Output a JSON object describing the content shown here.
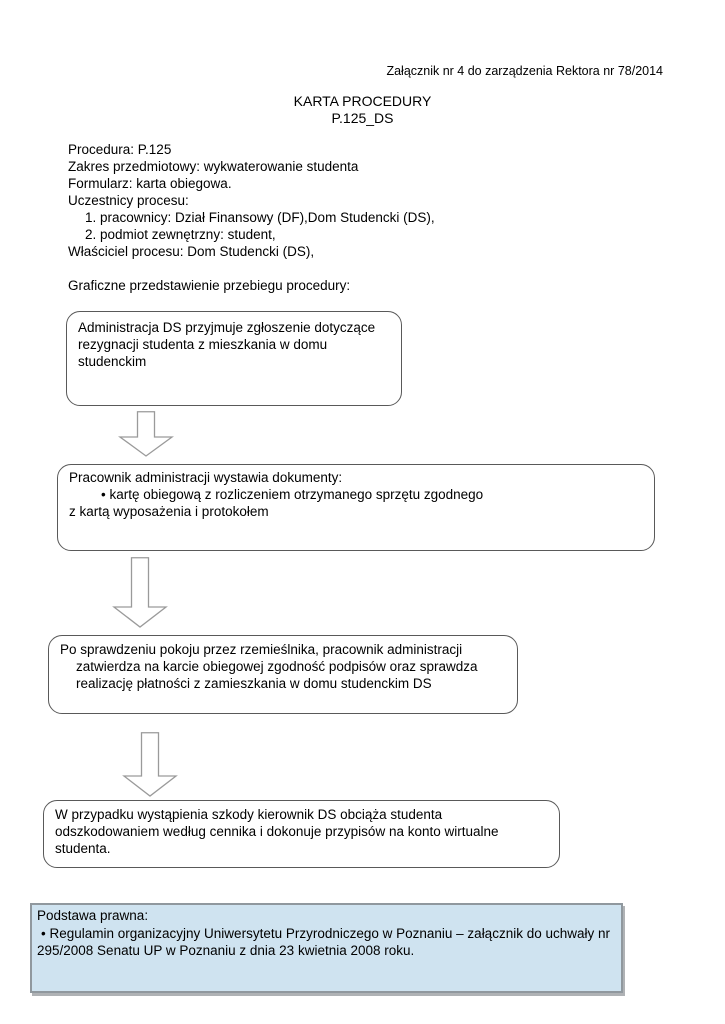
{
  "colors": {
    "legal_bg": "#cfe3f0",
    "legal_border": "#90989e",
    "box_border": "#595959",
    "arrow_stroke": "#9a9a9a"
  },
  "header": {
    "attachment_note": "Załącznik nr 4 do zarządzenia Rektora nr 78/2014",
    "title": "KARTA PROCEDURY",
    "subtitle": "P.125_DS"
  },
  "info": {
    "lines": [
      "Procedura: P.125",
      "Zakres przedmiotowy: wykwaterowanie studenta",
      "Formularz: karta obiegowa.",
      "Uczestnicy procesu:",
      "1. pracownicy: Dział Finansowy (DF),Dom Studencki (DS),",
      "2. podmiot zewnętrzny: student,",
      "Właściciel procesu: Dom Studencki (DS),",
      "Graficzne przedstawienie przebiegu procedury:"
    ]
  },
  "flowchart": {
    "steps": [
      {
        "lines": [
          "Administracja DS przyjmuje zgłoszenie dotyczące rezygnacji studenta z mieszkania w domu studenckim"
        ]
      },
      {
        "lines": [
          "Pracownik administracji wystawia dokumenty:",
          "• kartę obiegową z rozliczeniem otrzymanego sprzętu zgodnego",
          "z kartą wyposażenia i protokołem"
        ]
      },
      {
        "lines": [
          "Po sprawdzeniu pokoju przez rzemieślnika, pracownik administracji",
          "zatwierdza na karcie obiegowej zgodność podpisów oraz sprawdza",
          "realizację płatności z zamieszkania w domu studenckim DS"
        ]
      },
      {
        "lines": [
          "W przypadku wystąpienia szkody kierownik DS obciąża studenta odszkodowaniem według cennika i dokonuje przypisów na konto wirtualne studenta."
        ]
      }
    ]
  },
  "legal": {
    "lines": [
      "Podstawa prawna:",
      "• Regulamin organizacyjny Uniwersytetu Przyrodniczego w Poznaniu – załącznik do uchwały nr",
      "295/2008 Senatu UP w Poznaniu z dnia 23 kwietnia 2008 roku."
    ]
  }
}
